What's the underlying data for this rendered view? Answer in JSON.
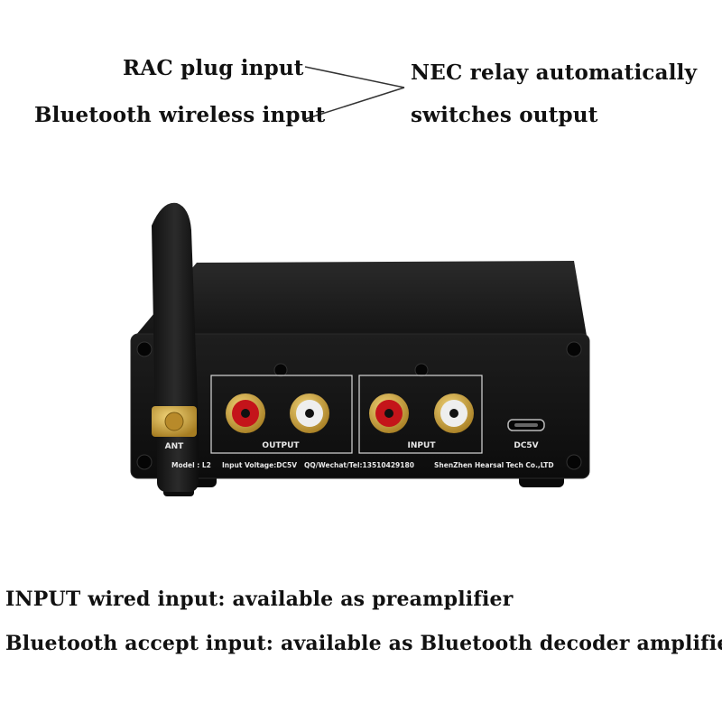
{
  "captions": {
    "rac_plug": "RAC plug input",
    "bluetooth_wireless": "Bluetooth wireless input",
    "nec_line1": "NEC relay automatically",
    "nec_line2": "switches output",
    "input_wired": "INPUT wired input: available as preamplifier",
    "bluetooth_accept": "Bluetooth accept input: available as Bluetooth decoder amplifier"
  },
  "device": {
    "ant_label": "ANT",
    "output_label": "OUTPUT",
    "input_label": "INPUT",
    "dc_label": "DC5V",
    "model": "Model : L2",
    "input_voltage": "Input Voltage:DC5V",
    "contact": "QQ/Wechat/Tel:13510429180",
    "company": "ShenZhen Hearsal Tech Co.,LTD"
  },
  "colors": {
    "body": "#1c1c1c",
    "panel": "#111111",
    "gold": "#c9a43b",
    "rca_red": "#c4141a",
    "rca_white": "#eeeeee"
  }
}
